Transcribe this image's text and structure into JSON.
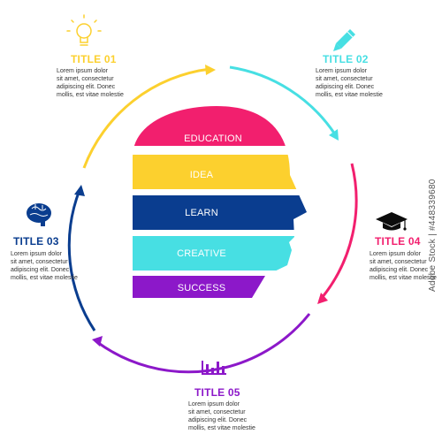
{
  "colors": {
    "yellow": "#fcd02e",
    "cyan": "#47dfe3",
    "magenta": "#f21f6e",
    "purple": "#8c18c9",
    "navy": "#0a3d8f"
  },
  "head_bands": [
    {
      "label": "EDUCATION",
      "color": "#f21f6e"
    },
    {
      "label": "IDEA",
      "color": "#fcd02e"
    },
    {
      "label": "LEARN",
      "color": "#0a3d8f"
    },
    {
      "label": "CREATIVE",
      "color": "#47dfe3"
    },
    {
      "label": "SUCCESS",
      "color": "#8c18c9"
    }
  ],
  "steps": [
    {
      "title": "TITLE 01",
      "icon": "lightbulb-icon",
      "color": "#fcd02e",
      "text": "Lorem ipsum dolor\nsit amet, consectetur\nadipiscing elit. Donec\nmollis, est vitae molestie"
    },
    {
      "title": "TITLE 02",
      "icon": "pencil-icon",
      "color": "#47dfe3",
      "text": "Lorem ipsum dolor\nsit amet, consectetur\nadipiscing elit. Donec\nmollis, est vitae molestie"
    },
    {
      "title": "TITLE 03",
      "icon": "brain-icon",
      "color": "#0a3d8f",
      "text": "Lorem ipsum dolor\nsit amet, consectetur\nadipiscing elit. Donec\nmollis, est vitae molestie"
    },
    {
      "title": "TITLE 04",
      "icon": "graduation-cap-icon",
      "color": "#f21f6e",
      "text": "Lorem ipsum dolor\nsit amet, consectetur\nadipiscing elit. Donec\nmollis, est vitae molestie"
    },
    {
      "title": "TITLE 05",
      "icon": "bar-chart-icon",
      "color": "#8c18c9",
      "text": "Lorem ipsum dolor\nsit amet, consectetur\nadipiscing elit. Donec\nmollis, est vitae molestie"
    }
  ],
  "watermark": "Adobe Stock | #448339680"
}
